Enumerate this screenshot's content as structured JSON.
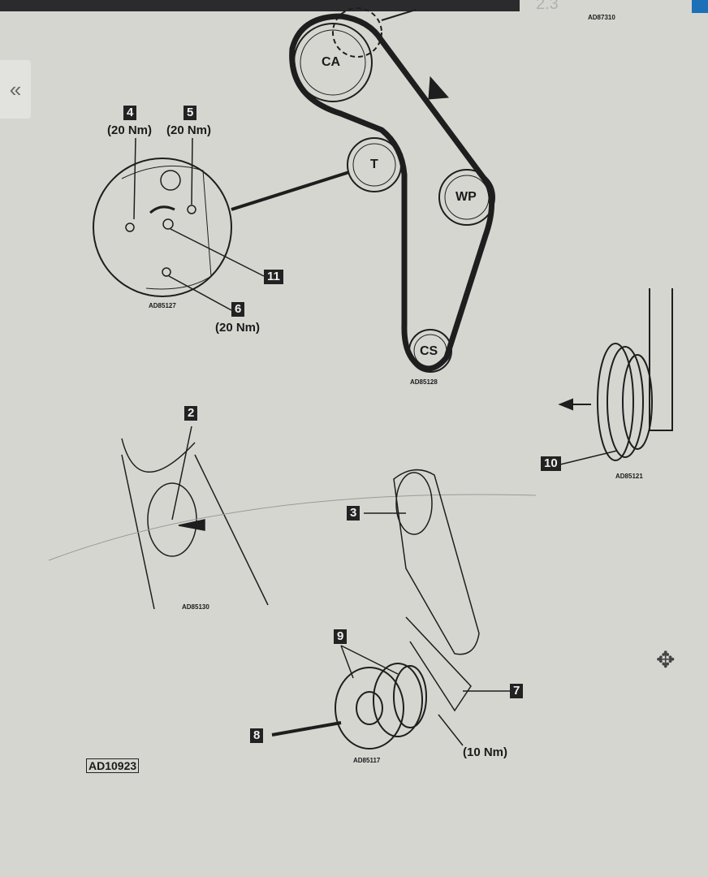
{
  "viewer": {
    "page_indicator": "2.3",
    "collapse_icon": "«",
    "move_icon": "✥"
  },
  "figure_refs": {
    "top_right": "AD87310",
    "tensioner_detail": "AD85127",
    "belt_route": "AD85128",
    "crank_pulley_side": "AD85121",
    "timing_mark": "AD85130",
    "crank_pulley": "AD85117",
    "main": "AD10923"
  },
  "pulleys": {
    "ca": "CA",
    "t": "T",
    "wp": "WP",
    "cs": "CS"
  },
  "callouts": [
    {
      "num": "4",
      "torque": "(20 Nm)"
    },
    {
      "num": "5",
      "torque": "(20 Nm)"
    },
    {
      "num": "6",
      "torque": "(20 Nm)"
    },
    {
      "num": "11"
    },
    {
      "num": "2"
    },
    {
      "num": "3"
    },
    {
      "num": "10"
    },
    {
      "num": "9"
    },
    {
      "num": "7",
      "torque": "(10 Nm)"
    },
    {
      "num": "8"
    }
  ]
}
